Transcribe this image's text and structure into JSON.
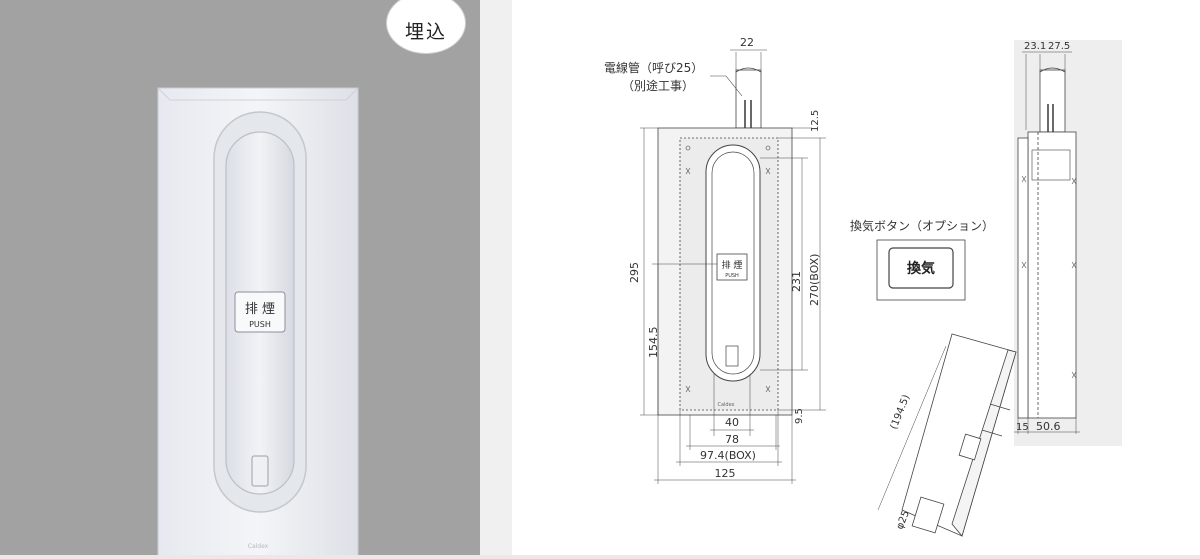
{
  "badge": {
    "label": "埋込"
  },
  "photo": {
    "button_label": "排 煙",
    "button_sub": "PUSH",
    "brand": "Caldex"
  },
  "front_view": {
    "conduit_label": "電線管（呼び25）",
    "conduit_note": "（別途工事）",
    "dim_conduit_width": "22",
    "dim_top_offset": "12.5",
    "dim_height": "295",
    "dim_mid": "154.5",
    "dim_slot_height": "231",
    "dim_box_height": "270(BOX)",
    "dim_bottom_offset": "9.5",
    "dim_slot_width": "40",
    "dim_inner_width": "78",
    "dim_box_width": "97.4(BOX)",
    "dim_total_width": "125",
    "button_label": "排 煙",
    "button_sub": "PUSH",
    "brand": "Caldex"
  },
  "option": {
    "title": "換気ボタン（オプション）",
    "button_label": "換気"
  },
  "side_view": {
    "dim_top_a": "23.1",
    "dim_top_b": "27.5",
    "dim_bottom_a": "15",
    "dim_bottom_b": "50.6",
    "dim_swing": "(194.5)",
    "dim_diameter": "φ25"
  }
}
